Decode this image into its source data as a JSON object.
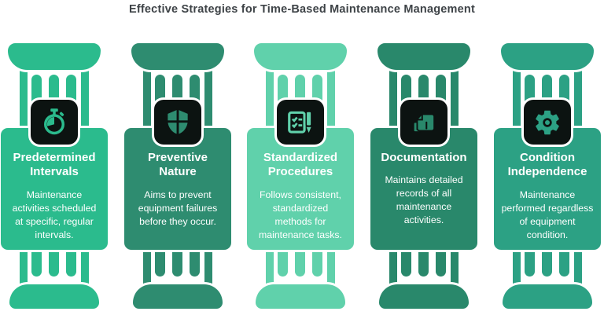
{
  "title": "Effective Strategies for Time-Based Maintenance Management",
  "colors": {
    "background": "#ffffff",
    "title_text": "#3e4347",
    "card_text": "#ffffff",
    "icon_box": "#0c1311",
    "outline_stroke": "#ffffff"
  },
  "pillars": [
    {
      "heading": "Predetermined Intervals",
      "description": "Maintenance activities scheduled at specific, regular intervals.",
      "color": "#2bbb8d",
      "icon": "stopwatch-icon"
    },
    {
      "heading": "Preventive Nature",
      "description": "Aims to prevent equipment failures before they occur.",
      "color": "#2e8c70",
      "icon": "shield-icon"
    },
    {
      "heading": "Standardized Procedures",
      "description": "Follows consistent, standardized methods for maintenance tasks.",
      "color": "#60d1ab",
      "icon": "checklist-pen-icon"
    },
    {
      "heading": "Documentation",
      "description": "Maintains detailed records of all maintenance activities.",
      "color": "#29886b",
      "icon": "documents-icon"
    },
    {
      "heading": "Condition Independence",
      "description": "Maintenance performed regardless of equipment condition.",
      "color": "#2ca184",
      "icon": "gear-icon"
    }
  ]
}
